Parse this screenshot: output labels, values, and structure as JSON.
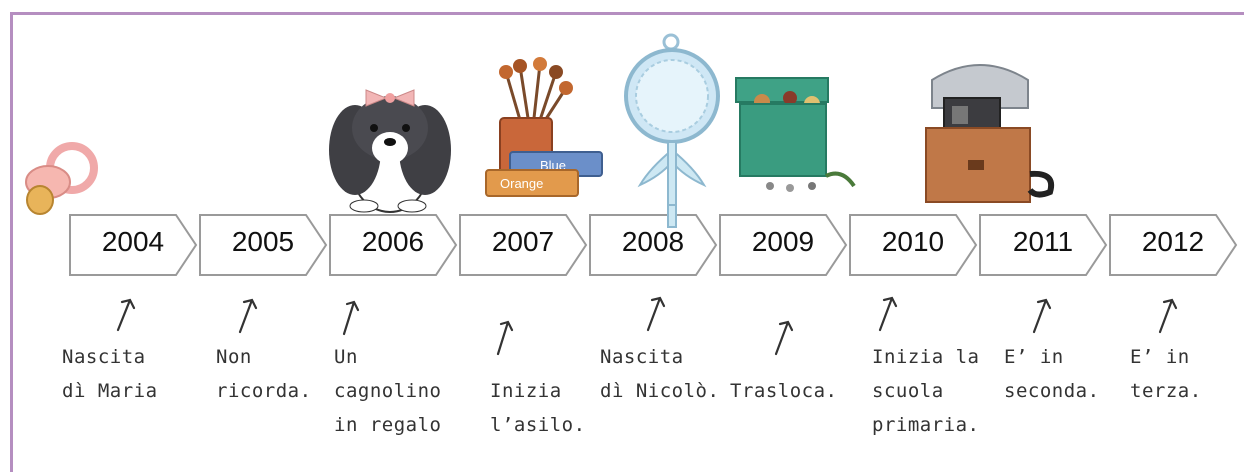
{
  "years": [
    {
      "year": "2004",
      "note": "Nascita\ndì Maria"
    },
    {
      "year": "2005",
      "note": "Non\nricorda."
    },
    {
      "year": "2006",
      "note": "Un\ncagnolino\nin regalo"
    },
    {
      "year": "2007",
      "note": "\nInizia\nl’asilo."
    },
    {
      "year": "2008",
      "note": "Nascita\ndì Nicolò."
    },
    {
      "year": "2009",
      "note": "\nTrasloca."
    },
    {
      "year": "2010",
      "note": "Inizia la\nscuola\nprimaria."
    },
    {
      "year": "2011",
      "note": "E’ in\nseconda."
    },
    {
      "year": "2012",
      "note": "E’ in\nterza."
    }
  ],
  "illustrations": {
    "pacifier": "pacifier-icon",
    "dog": "dog-with-bow-icon",
    "paint": "paint-jar-icon",
    "rattle": "rattle-icon",
    "box": "moving-box-icon",
    "school_bag": "school-bag-icon"
  },
  "tube_labels": {
    "blue": "Blue",
    "orange": "Orange"
  }
}
